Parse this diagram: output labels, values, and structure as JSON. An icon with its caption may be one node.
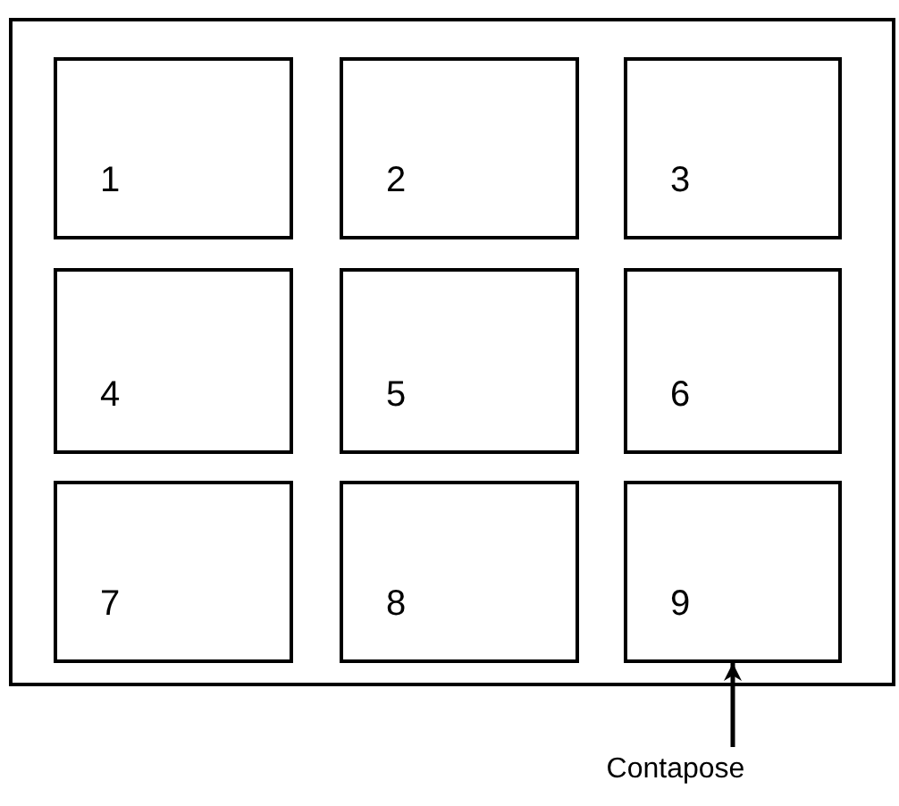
{
  "diagram": {
    "nodes": [
      {
        "text": [],
        "shape": "box"
      },
      {
        "text": [
          "1"
        ],
        "in": 0
      },
      {
        "text": [
          "2"
        ],
        "in": 0
      },
      {
        "text": [
          "3"
        ],
        "in": 0
      },
      {
        "text": [
          "4"
        ],
        "in": 0
      },
      {
        "text": [
          "5"
        ],
        "in": 0
      },
      {
        "text": [
          "6"
        ],
        "in": 0
      },
      {
        "text": [
          "7"
        ],
        "in": 0
      },
      {
        "text": [
          "8"
        ],
        "in": 0
      },
      {
        "text": [
          "9"
        ],
        "in": 0
      },
      {
        "text": [
          "Contapose"
        ]
      }
    ],
    "edges": [
      {
        "from": 10,
        "to": 9,
        "arrow": "to"
      }
    ]
  }
}
